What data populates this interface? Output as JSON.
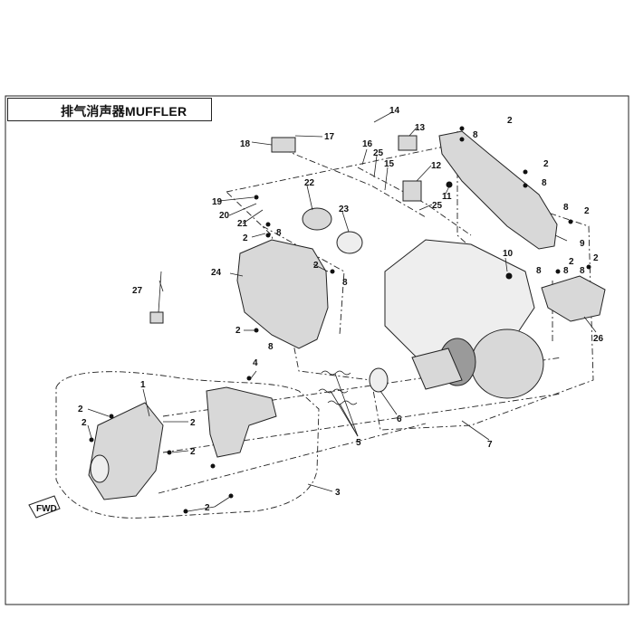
{
  "title": "排气消声器MUFFLER",
  "direction_badge": "FWD",
  "callouts": {
    "c1": "1",
    "c2a": "2",
    "c2b": "2",
    "c2c": "2",
    "c2d": "2",
    "c2e": "2",
    "c2f": "2",
    "c2g": "2",
    "c2h": "2",
    "c2i": "2",
    "c2j": "2",
    "c2k": "2",
    "c2l": "2",
    "c2m": "2",
    "c3": "3",
    "c4": "4",
    "c5": "5",
    "c6": "6",
    "c7": "7",
    "c8a": "8",
    "c8b": "8",
    "c8c": "8",
    "c8d": "8",
    "c8e": "8",
    "c8f": "8",
    "c8g": "8",
    "c8h": "8",
    "c8i": "8",
    "c9": "9",
    "c10": "10",
    "c11": "11",
    "c12": "12",
    "c13": "13",
    "c14": "14",
    "c15": "15",
    "c16": "16",
    "c17": "17",
    "c18": "18",
    "c19": "19",
    "c20": "20",
    "c21": "21",
    "c22": "22",
    "c23": "23",
    "c24": "24",
    "c25a": "25",
    "c25b": "25",
    "c26": "26",
    "c27": "27"
  }
}
